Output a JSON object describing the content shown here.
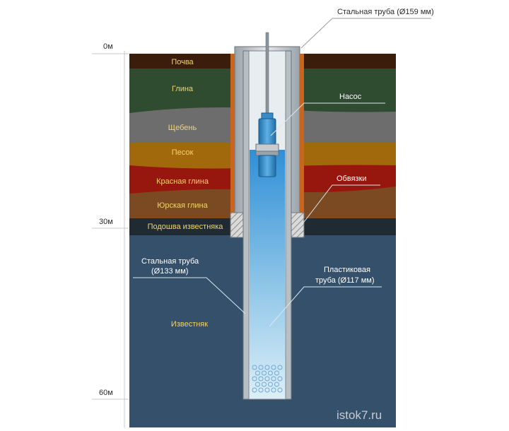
{
  "depth_marks": [
    "0м",
    "30м",
    "60м"
  ],
  "layers": [
    {
      "name": "Почва",
      "color": "#3a1d0a"
    },
    {
      "name": "Глина",
      "color": "#2f4c30"
    },
    {
      "name": "Щебень",
      "color": "#6d6d6d"
    },
    {
      "name": "Песок",
      "color": "#a2690c"
    },
    {
      "name": "Красная глина",
      "color": "#97170f"
    },
    {
      "name": "Юрская глина",
      "color": "#7c4a22"
    },
    {
      "name": "Подошва известняка",
      "color": "#1f2a33"
    },
    {
      "name": "Известняк",
      "color": "#34506b"
    }
  ],
  "callouts": {
    "steel_159": "Стальная труба (Ø159 мм)",
    "pump": "Насос",
    "bindings": "Обвязки",
    "steel_133_line1": "Стальная труба",
    "steel_133_line2": "(Ø133 мм)",
    "plastic_line1": "Пластиковая",
    "plastic_line2": "труба (Ø117 мм)"
  },
  "watermark": "istok7.ru"
}
